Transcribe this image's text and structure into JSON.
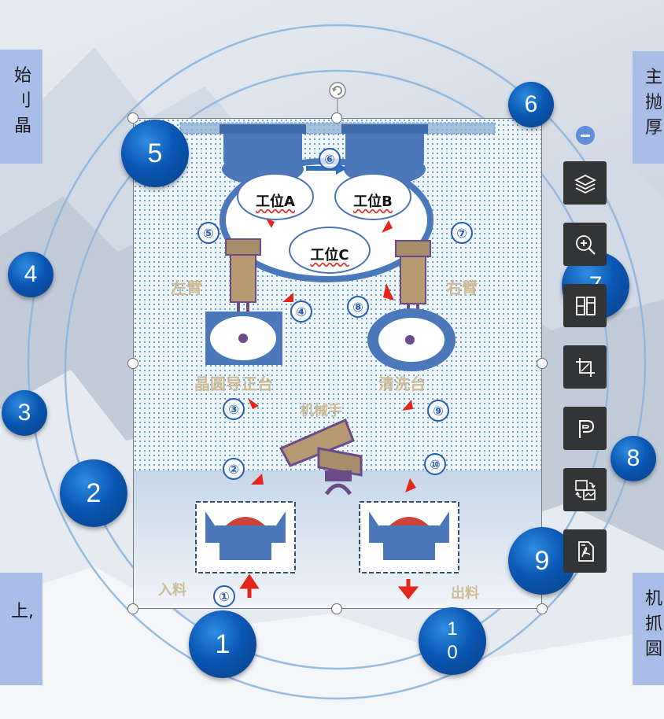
{
  "side_boxes": {
    "top_left": "始\n刂晶",
    "top_right": "主\n抛\n厚",
    "bottom_left": "上,",
    "bottom_right": "机\n抓\n圆"
  },
  "callouts": [
    "1",
    "2",
    "3",
    "4",
    "5",
    "6",
    "7",
    "8",
    "9",
    "1\n0"
  ],
  "stations": {
    "a": "工位A",
    "b": "工位B",
    "c": "工位C"
  },
  "labels": {
    "left_arm": "左臂",
    "right_arm": "右臂",
    "align_table": "晶圆导正台",
    "clean_table": "清洗台",
    "robot": "机械手",
    "input": "入料",
    "output": "出料"
  },
  "step_marks": [
    "①",
    "②",
    "③",
    "④",
    "⑤",
    "⑥",
    "⑦",
    "⑧",
    "⑨",
    "⑩"
  ],
  "toolbar": [
    {
      "icon": "layers-icon"
    },
    {
      "icon": "zoom-in-icon"
    },
    {
      "icon": "split-layout-icon"
    },
    {
      "icon": "crop-icon"
    },
    {
      "icon": "pen-tool-icon"
    },
    {
      "icon": "replace-image-icon"
    },
    {
      "icon": "export-pdf-icon"
    }
  ],
  "colors": {
    "accent_blue": "#0a57b3",
    "side_box": "#a8bee6",
    "arrow_red": "#e5261c",
    "toolbar_bg": "#333436"
  }
}
